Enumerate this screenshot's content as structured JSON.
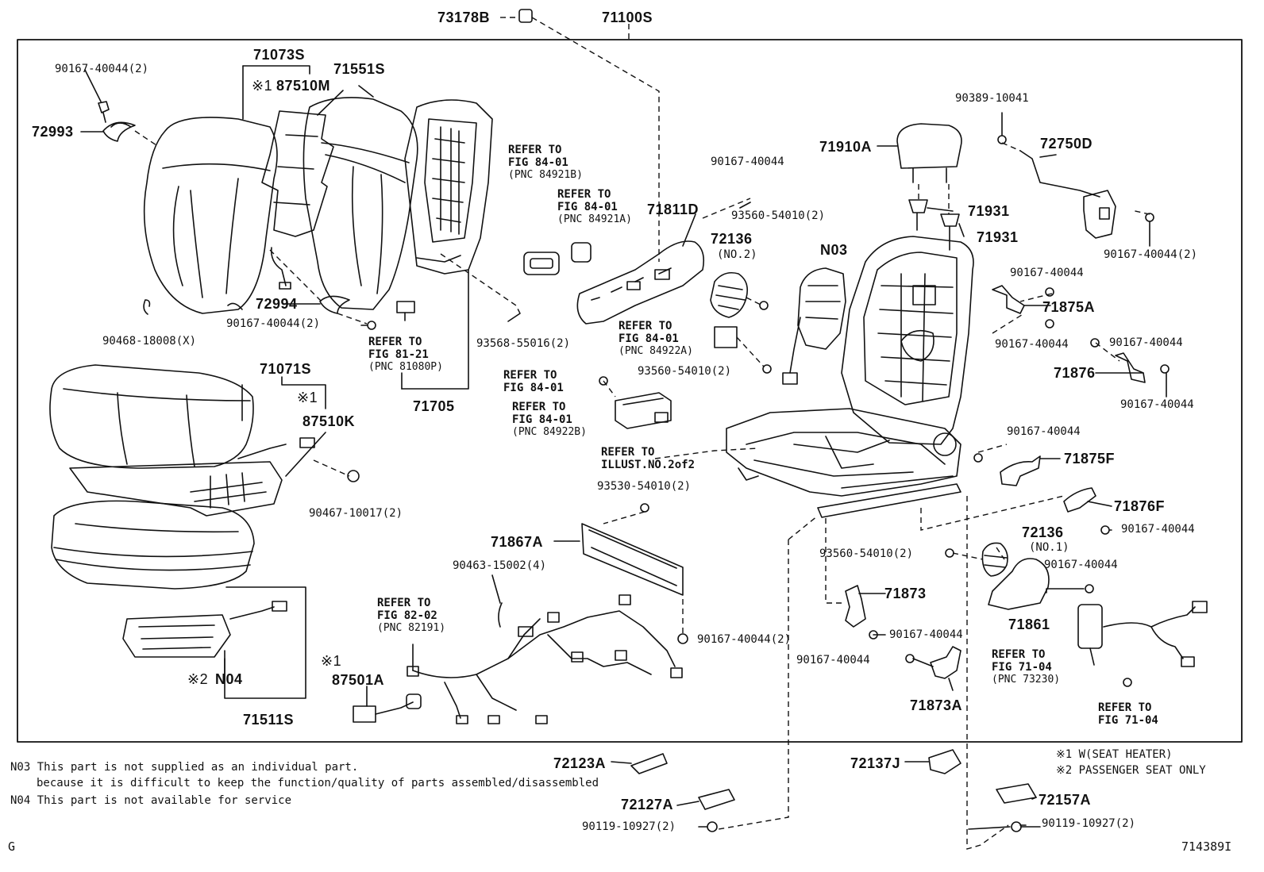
{
  "parts": {
    "p73178B": "73178B",
    "p71100S": "71100S",
    "p90167_40044_2_tl": "90167-40044(2)",
    "p71073S": "71073S",
    "p87510M": "87510M",
    "mark1_87510M": "※1",
    "p71551S": "71551S",
    "p72993": "72993",
    "p72994": "72994",
    "p90167_40044_2_b": "90167-40044(2)",
    "p90468_18008": "90468-18008(X)",
    "p71705": "71705",
    "p93568_55016": "93568-55016(2)",
    "p71811D": "71811D",
    "p90167_40044_mid": "90167-40044",
    "p72136_no2": "72136",
    "p72136_no2_sub": "(NO.2)",
    "p93560_54010_2_top": "93560-54010(2)",
    "p93560_54010_2_mid": "93560-54010(2)",
    "pN03": "N03",
    "p71910A": "71910A",
    "p71931_a": "71931",
    "p71931_b": "71931",
    "p90389_10041": "90389-10041",
    "p72750D": "72750D",
    "p90167_40044_2_r": "90167-40044(2)",
    "p90167_40044_r1": "90167-40044",
    "p71875A": "71875A",
    "p90167_40044_r2": "90167-40044",
    "p90167_40044_r3": "90167-40044",
    "p71876": "71876",
    "p90167_40044_r4": "90167-40044",
    "p71071S": "71071S",
    "mark1_87510K": "※1",
    "p87510K": "87510K",
    "p90467_10017": "90467-10017(2)",
    "p93530_54010": "93530-54010(2)",
    "p71867A": "71867A",
    "p90463_15002": "90463-15002(4)",
    "p90167_40044_2_c": "90167-40044(2)",
    "p90167_40044_r5": "90167-40044",
    "p71875F": "71875F",
    "p71876F": "71876F",
    "p90167_40044_r6": "90167-40044",
    "p72136_no1": "72136",
    "p72136_no1_sub": "(NO.1)",
    "p93560_54010_2_low": "93560-54010(2)",
    "p90167_40044_r7": "90167-40044",
    "p71861": "71861",
    "p71873": "71873",
    "p90167_40044_r8": "90167-40044",
    "p90167_40044_r9": "90167-40044",
    "p71873A": "71873A",
    "mark2_N04": "※2",
    "pN04": "N04",
    "p71511S": "71511S",
    "mark1_87501A": "※1",
    "p87501A": "87501A",
    "p72123A": "72123A",
    "p72127A": "72127A",
    "p90119_10927_a": "90119-10927(2)",
    "p72137J": "72137J",
    "p72157A": "72157A",
    "p90119_10927_b": "90119-10927(2)"
  },
  "refs": {
    "r1_l1": "REFER TO",
    "r1_l2": "FIG 84-01",
    "r1_pnc": "(PNC 84921B)",
    "r2_l1": "REFER TO",
    "r2_l2": "FIG 84-01",
    "r2_pnc": "(PNC 84921A)",
    "r3_l1": "REFER TO",
    "r3_l2": "FIG 81-21",
    "r3_pnc": "(PNC 81080P)",
    "r4_l1": "REFER TO",
    "r4_l2": "FIG 84-01",
    "r4_pnc": "(PNC 84922A)",
    "r5_l1": "REFER TO",
    "r5_l2": "FIG 84-01",
    "r6_l1": "REFER TO",
    "r6_l2": "FIG 84-01",
    "r6_pnc": "(PNC 84922B)",
    "r7_l1": "REFER TO",
    "r7_l2": "ILLUST.NO.2of2",
    "r8_l1": "REFER TO",
    "r8_l2": "FIG 82-02",
    "r8_pnc": "(PNC 82191)",
    "r9_l1": "REFER TO",
    "r9_l2": "FIG 71-04",
    "r9_pnc": "(PNC 73230)",
    "r10_l1": "REFER TO",
    "r10_l2": "FIG 71-04"
  },
  "notes": {
    "n03_a": "N03  This part is not supplied as an individual part.",
    "n03_b": "because it is difficult to keep the function/quality of parts assembled/disassembled",
    "n04": "N04  This part is not available for service",
    "legend1": "※1 W(SEAT HEATER)",
    "legend2": "※2 PASSENGER SEAT ONLY",
    "corner_g": "G",
    "ill_no": "714389I"
  }
}
